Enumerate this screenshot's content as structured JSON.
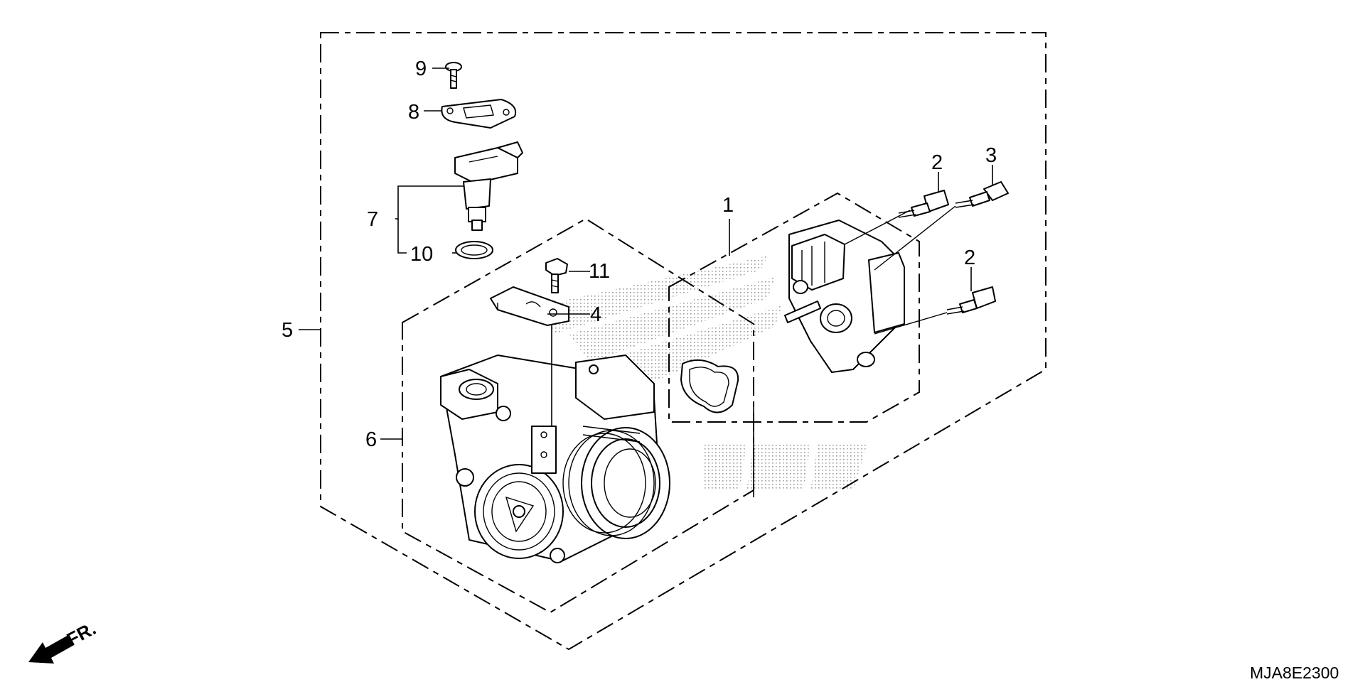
{
  "callouts": {
    "c1": "1",
    "c2a": "2",
    "c2b": "2",
    "c3": "3",
    "c4": "4",
    "c5": "5",
    "c6": "6",
    "c7": "7",
    "c8": "8",
    "c9": "9",
    "c10": "10",
    "c11": "11"
  },
  "direction_label": "FR.",
  "diagram_code": "MJA8E2300",
  "watermark_icon": "honda-wing-logo",
  "colors": {
    "line": "#000000",
    "background": "#ffffff",
    "stipple": "#9a9a9a"
  }
}
